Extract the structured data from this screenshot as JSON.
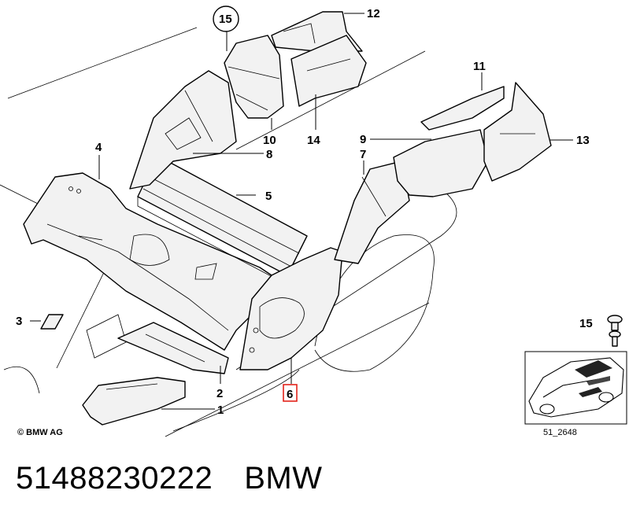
{
  "callouts": {
    "c1": "1",
    "c2": "2",
    "c3": "3",
    "c4": "4",
    "c5": "5",
    "c6": "6",
    "c7": "7",
    "c8": "8",
    "c9": "9",
    "c10": "10",
    "c11": "11",
    "c12": "12",
    "c13": "13",
    "c14": "14",
    "c15_top": "15",
    "c15_inset": "15"
  },
  "highlight_color": "#e2231a",
  "copyright": "© BMW AG",
  "image_id": "51_2648",
  "footer": {
    "part_number": "51488230222",
    "brand": "BMW"
  }
}
